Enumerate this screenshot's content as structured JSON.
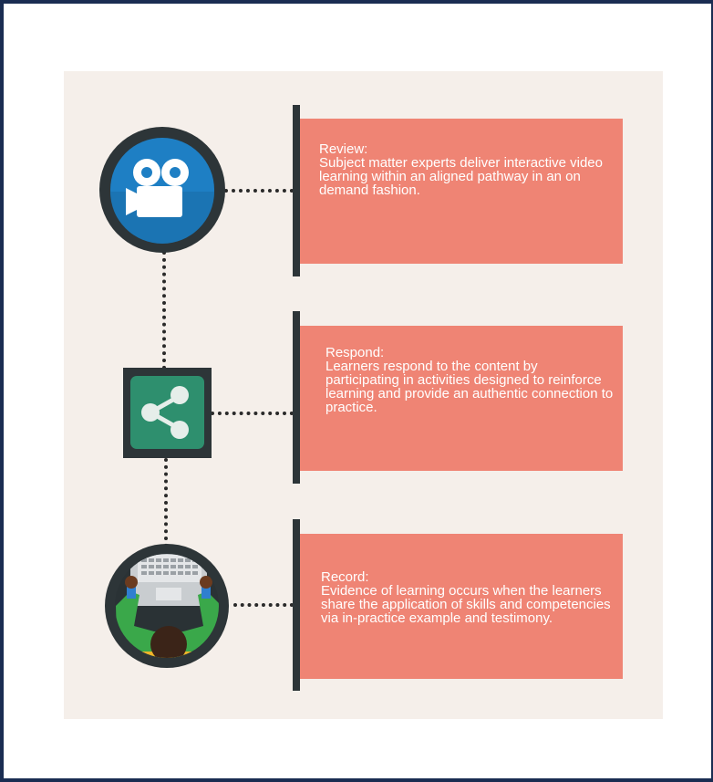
{
  "steps": [
    {
      "title": "Review:",
      "body": "Subject matter experts deliver interactive video learning within an aligned pathway in an on demand fashion.",
      "icon": "video-camera-icon"
    },
    {
      "title": "Respond:",
      "body": "Learners respond to the content by participating in activities designed to reinforce learning and provide an authentic connection to practice.",
      "icon": "share-icon"
    },
    {
      "title": "Record:",
      "body": "Evidence of learning occurs when the learners share the application of skills and competencies via in-practice example and testimony.",
      "icon": "learner-at-laptop-icon"
    }
  ],
  "colors": {
    "frame": "#1a2d52",
    "panel": "#f5efea",
    "card": "#ef8474",
    "bar": "#2d3538",
    "video_blue": "#1e7fc4",
    "share_green": "#2e8f6e",
    "sweater_green": "#3aa84a"
  }
}
